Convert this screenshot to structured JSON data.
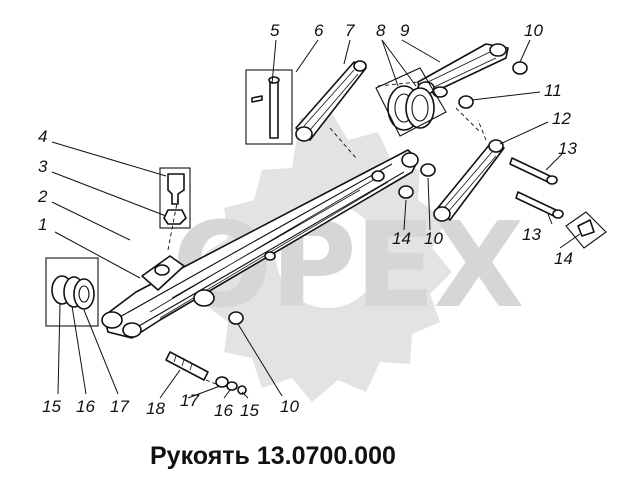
{
  "watermark": "ОРЕХ",
  "caption": "Рукоять 13.0700.000",
  "callouts": {
    "c1": "1",
    "c2": "2",
    "c3": "3",
    "c4": "4",
    "c5": "5",
    "c6": "6",
    "c7": "7",
    "c8": "8",
    "c9": "9",
    "c10a": "10",
    "c10b": "10",
    "c10c": "10",
    "c11": "11",
    "c12": "12",
    "c13a": "13",
    "c13b": "13",
    "c14a": "14",
    "c14b": "14",
    "c15a": "15",
    "c15b": "15",
    "c16a": "16",
    "c16b": "16",
    "c17a": "17",
    "c17b": "17",
    "c18": "18"
  }
}
